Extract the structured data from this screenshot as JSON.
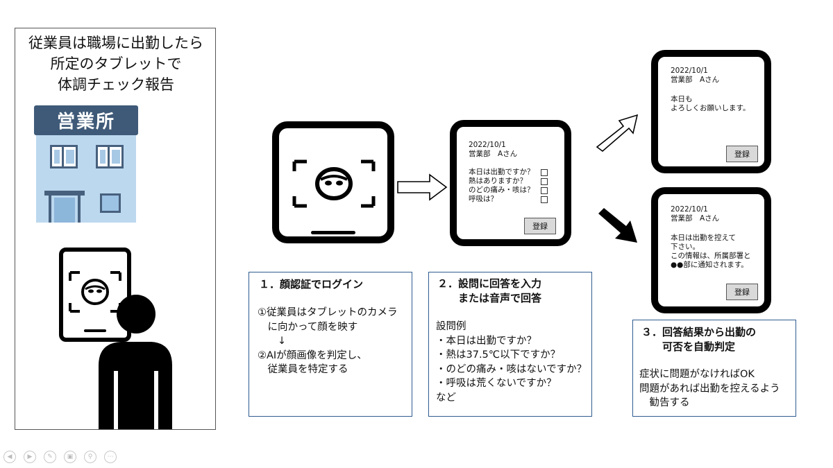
{
  "left_panel": {
    "title_lines": [
      "従業員は職場に出勤したら",
      "所定のタブレットで",
      "体調チェック報告"
    ],
    "building_sign": "営業所"
  },
  "phone_question": {
    "date": "2022/10/1",
    "name": "営業部　Aさん",
    "questions": [
      "本日は出勤ですか？",
      "熱はありますか？",
      "のどの痛み・咳は？",
      "呼吸は？"
    ],
    "button": "登録"
  },
  "phone_ok": {
    "date": "2022/10/1",
    "name": "営業部　Aさん",
    "message_lines": [
      "本日も",
      "よろしくお願いします。"
    ],
    "button": "登録"
  },
  "phone_ng": {
    "date": "2022/10/1",
    "name": "営業部　Aさん",
    "message_lines": [
      "本日は出勤を控えて",
      "下さい。",
      "この情報は、所属部署と",
      "●●部に通知されます。"
    ],
    "button": "登録"
  },
  "step1": {
    "title": "１．顔認証でログイン",
    "lines": [
      "①従業員はタブレットのカメラ",
      "　に向かって顔を映す",
      "　　↓",
      "②AIが顔画像を判定し、",
      "　従業員を特定する"
    ]
  },
  "step2": {
    "title_lines": [
      "２．設問に回答を入力",
      "　　または音声で回答"
    ],
    "lines": [
      "設問例",
      "・本日は出勤ですか？",
      "・熱は37.5℃以下ですか？",
      "・のどの痛み・咳はないですか？",
      "・呼吸は荒くないですか？",
      "など"
    ]
  },
  "step3": {
    "title_lines": [
      "３．回答結果から出勤の",
      "　　可否を自動判定"
    ],
    "lines": [
      "症状に問題がなければOK",
      "問題があれば出勤を控えるよう",
      "　勧告する"
    ]
  },
  "toolbar": {
    "icons": [
      "prev-icon",
      "next-icon",
      "pen-icon",
      "slides-icon",
      "zoom-icon",
      "more-icon"
    ]
  }
}
